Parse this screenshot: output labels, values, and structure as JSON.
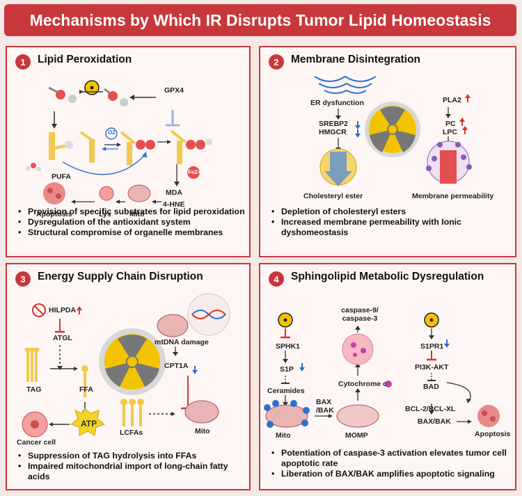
{
  "title": "Mechanisms by Which IR Disrupts Tumor Lipid Homeostasis",
  "panels": [
    {
      "number": "1",
      "title": "Lipid Peroxidation",
      "labels": {
        "gpx4": "GPX4",
        "o2": "O2",
        "fe": "Fe2+",
        "pufa": "PUFA",
        "mda": "MDA",
        "hne": "4-HNE",
        "apoptosis": "Apoptosis",
        "lys": "Lys",
        "mito": "Mito"
      },
      "bullets": [
        "Provision of specific substrates for lipid peroxidation",
        "Dysregulation of the antioxidant system",
        "Structural compromise of organelle membranes"
      ]
    },
    {
      "number": "2",
      "title": "Membrane Disintegration",
      "labels": {
        "er": "ER dysfunction",
        "srebp2": "SREBP2",
        "hmgcr": "HMGCR",
        "chol": "Cholesteryl ester",
        "pla2": "PLA2",
        "pc": "PC",
        "lpc": "LPC",
        "perm": "Membrane permeability"
      },
      "bullets": [
        "Depletion of cholesteryl esters",
        "Increased membrane permeability with Ionic dyshomeostasis"
      ]
    },
    {
      "number": "3",
      "title": "Energy Supply Chain Disruption",
      "labels": {
        "hilpda": "HILPDA",
        "atgl": "ATGL",
        "tag": "TAG",
        "ffa": "FFA",
        "atp": "ATP",
        "cancer": "Cancer cell",
        "mtdna": "mtDNA damage",
        "cpt1a": "CPT1A",
        "lcfa": "LCFAs",
        "mito": "Mito"
      },
      "bullets": [
        "Suppression of TAG hydrolysis into FFAs",
        "Impaired mitochondrial import of long-chain fatty acids"
      ]
    },
    {
      "number": "4",
      "title": "Sphingolipid Metabolic Dysregulation",
      "labels": {
        "sphk1": "SPHK1",
        "s1p": "S1P",
        "ceramides": "Ceramides",
        "mito": "Mito",
        "baxbak": "BAX /BAK",
        "casp": "caspase-9/ caspase-3",
        "cytc": "Cytochrome c",
        "momp": "MOMP",
        "s1pr1": "S1PR1",
        "pi3k": "PI3K-AKT",
        "bad": "BAD",
        "bcl": "BCL-2/BCL-XL",
        "baxbak2": "BAX/BAK",
        "apoptosis": "Apoptosis"
      },
      "bullets": [
        "Potentiation of caspase-3 activation elevates tumor cell apoptotic rate",
        "Liberation of BAX/BAK amplifies apoptotic signaling"
      ]
    }
  ],
  "colors": {
    "accent": "#c8373a",
    "panel_bg": "#fdf6f4",
    "page_bg": "#f4e9e6",
    "radiation": "#f2c400",
    "lipid": "#f2c94c",
    "up_arrow": "#d9342b",
    "down_arrow": "#2f6fd1"
  }
}
